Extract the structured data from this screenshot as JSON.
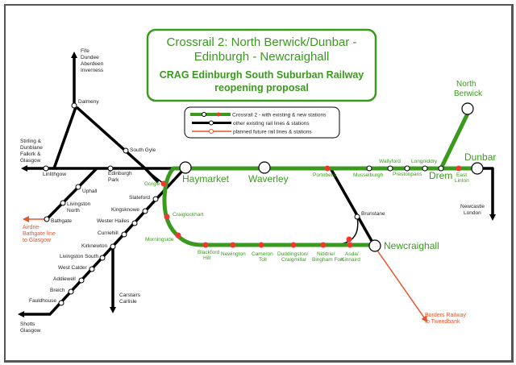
{
  "title": {
    "line1": "Crossrail 2: North Berwick/Dunbar -",
    "line2": "Edinburgh - Newcraighall",
    "line3": "CRAG Edinburgh South Suburban Railway",
    "line4": "reopening proposal"
  },
  "legend": {
    "items": [
      {
        "label": "Crossrail 2 - with existing & new stations",
        "kind": "crossrail",
        "color": "#3a9a1e"
      },
      {
        "label": "other existing rail lines & stations",
        "kind": "existing",
        "color": "#000000"
      },
      {
        "label": "planned future rail lines & stations",
        "kind": "planned",
        "color": "#e8542a"
      }
    ]
  },
  "colors": {
    "crossrail": "#3a9a1e",
    "existing": "#000000",
    "planned": "#e8542a",
    "new_station": "#ee3a2e"
  },
  "destinations": {
    "north": [
      "Fife",
      "Dundee",
      "Aberdeen",
      "Inverness"
    ],
    "west": [
      "Stirling &",
      "Dunblane",
      "Falkirk &",
      "Glasgow"
    ],
    "airdrie": [
      "Airdrie-",
      "Bathgate line",
      "to Glasgow"
    ],
    "shotts": [
      "Shotts",
      "Glasgow"
    ],
    "carstairs": [
      "Carstairs",
      "Carlisle"
    ],
    "newcastle": [
      "Newcastle",
      "London"
    ],
    "borders": [
      "Borders Railway",
      "to Tweedbank"
    ]
  },
  "stations": {
    "major": {
      "haymarket": "Haymarket",
      "waverley": "Waverley",
      "newcraighall": "Newcraighall",
      "drem": "Drem",
      "dunbar": "Dunbar",
      "north_berwick": [
        "North",
        "Berwick"
      ]
    },
    "crossrail_existing": {
      "musselburgh": "Musselburgh",
      "wallyford": "Wallyford",
      "prestonpans": "Prestonpans",
      "longniddry": "Longniddry"
    },
    "crossrail_new": {
      "portobello": "Portobello",
      "east_linton": [
        "East",
        "Linton"
      ],
      "gorgie": "Gorgie",
      "craiglockhart": "Craiglockhart",
      "morningside": "Morningside",
      "blackford_hill": [
        "Blackford",
        "Hill"
      ],
      "newington": "Newington",
      "cameron_toll": [
        "Cameron",
        "Toll"
      ],
      "duddingston": [
        "Duddingston/",
        "Craigmillar"
      ],
      "niddrie": [
        "Niddrie/",
        "Bingham Fort"
      ],
      "asda": [
        "Asda/",
        "Kinnaird"
      ]
    },
    "other": {
      "dalmeny": "Dalmeny",
      "south_gyle": "South Gyle",
      "linlithgow": "Linlithgow",
      "edinburgh_park": [
        "Edinburgh",
        "Park"
      ],
      "uphall": "Uphall",
      "livingston_north": [
        "Livingston",
        "North"
      ],
      "bathgate": "Bathgate",
      "slateford": "Slateford",
      "kingsknowe": "Kingsknowe",
      "wester_hailes": "Wester Hailes",
      "curriehill": "Curriehill",
      "kirknewton": "Kirknewton",
      "livingston_south": "Livingston South",
      "west_calder": "West Calder",
      "addiewell": "Addiewell",
      "breich": "Breich",
      "fauldhouse": "Fauldhouse",
      "brunstane": "Brunstane"
    }
  }
}
